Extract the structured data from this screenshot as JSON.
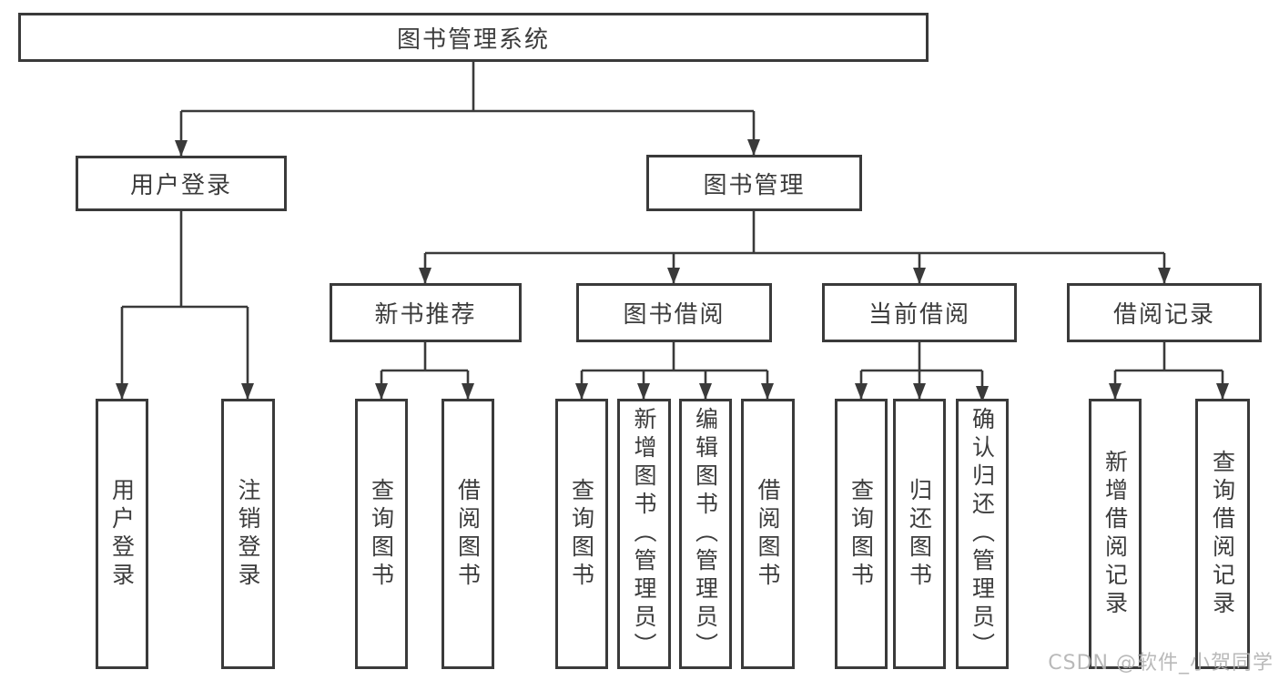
{
  "colors": {
    "line": "#3a3a3a",
    "box_border": "#3a3a3a",
    "text": "#3c3c3c",
    "box_background": "#ffffff",
    "watermark": "#b2b2b2"
  },
  "watermark": {
    "text": "CSDN @软件_小贺同学"
  },
  "diagram": {
    "type": "function-structure-tree",
    "root": {
      "label": "图书管理系统",
      "children": [
        {
          "label": "用户登录",
          "children": [
            {
              "label": "用户登录"
            },
            {
              "label": "注销登录"
            }
          ]
        },
        {
          "label": "图书管理",
          "children": [
            {
              "label": "新书推荐",
              "children": [
                {
                  "label": "查询图书"
                },
                {
                  "label": "借阅图书"
                }
              ]
            },
            {
              "label": "图书借阅",
              "children": [
                {
                  "label": "查询图书"
                },
                {
                  "label": "新增图书（管理员）"
                },
                {
                  "label": "编辑图书（管理员）"
                },
                {
                  "label": "借阅图书"
                }
              ]
            },
            {
              "label": "当前借阅",
              "children": [
                {
                  "label": "查询图书"
                },
                {
                  "label": "归还图书"
                },
                {
                  "label": "确认归还（管理员）"
                }
              ]
            },
            {
              "label": "借阅记录",
              "children": [
                {
                  "label": "新增借阅记录"
                },
                {
                  "label": "查询借阅记录"
                }
              ]
            }
          ]
        }
      ]
    }
  }
}
